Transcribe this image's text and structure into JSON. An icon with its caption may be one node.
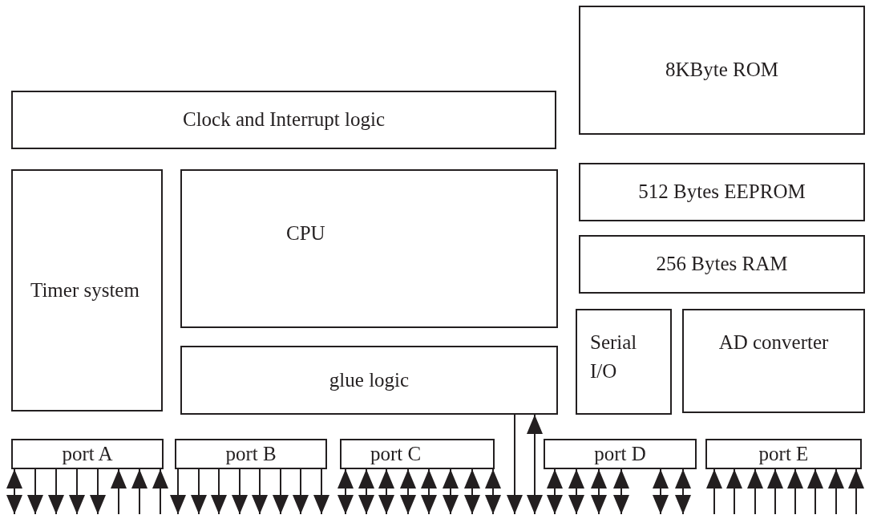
{
  "diagram": {
    "nodes": [
      {
        "text": [
          "8KByte ROM"
        ]
      },
      {
        "text": [
          "Clock and Interrupt logic"
        ]
      },
      {
        "text": [
          "Timer system"
        ]
      },
      {
        "text": [
          "CPU"
        ]
      },
      {
        "text": [
          "512 Bytes EEPROM"
        ]
      },
      {
        "text": [
          "256 Bytes RAM"
        ]
      },
      {
        "text": [
          "glue logic"
        ]
      },
      {
        "text": [
          "Serial I/O"
        ]
      },
      {
        "text": [
          "AD converter"
        ]
      },
      {
        "text": [
          "port A"
        ]
      },
      {
        "text": [
          "port B"
        ]
      },
      {
        "text": [
          "port C"
        ]
      },
      {
        "text": [
          "port D"
        ]
      },
      {
        "text": [
          "port E"
        ]
      }
    ],
    "edges": [
      {
        "from": 9,
        "to": null,
        "arrow": "both"
      },
      {
        "from": 9,
        "to": null,
        "arrow": "to"
      },
      {
        "from": 9,
        "to": null,
        "arrow": "to"
      },
      {
        "from": 9,
        "to": null,
        "arrow": "to"
      },
      {
        "from": 9,
        "to": null,
        "arrow": "to"
      },
      {
        "from": null,
        "to": 9,
        "arrow": "to"
      },
      {
        "from": null,
        "to": 9,
        "arrow": "to"
      },
      {
        "from": null,
        "to": 9,
        "arrow": "to"
      },
      {
        "from": 10,
        "to": null,
        "arrow": "to"
      },
      {
        "from": 10,
        "to": null,
        "arrow": "to"
      },
      {
        "from": 10,
        "to": null,
        "arrow": "to"
      },
      {
        "from": 10,
        "to": null,
        "arrow": "to"
      },
      {
        "from": 10,
        "to": null,
        "arrow": "to"
      },
      {
        "from": 10,
        "to": null,
        "arrow": "to"
      },
      {
        "from": 10,
        "to": null,
        "arrow": "to"
      },
      {
        "from": 10,
        "to": null,
        "arrow": "to"
      },
      {
        "from": 11,
        "to": null,
        "arrow": "both"
      },
      {
        "from": 11,
        "to": null,
        "arrow": "both"
      },
      {
        "from": 11,
        "to": null,
        "arrow": "both"
      },
      {
        "from": 11,
        "to": null,
        "arrow": "both"
      },
      {
        "from": 11,
        "to": null,
        "arrow": "both"
      },
      {
        "from": 11,
        "to": null,
        "arrow": "both"
      },
      {
        "from": 11,
        "to": null,
        "arrow": "both"
      },
      {
        "from": 11,
        "to": null,
        "arrow": "both"
      },
      {
        "from": 6,
        "to": null,
        "arrow": "to"
      },
      {
        "from": 6,
        "to": null,
        "arrow": "both"
      },
      {
        "from": 12,
        "to": null,
        "arrow": "both"
      },
      {
        "from": 12,
        "to": null,
        "arrow": "both"
      },
      {
        "from": 12,
        "to": null,
        "arrow": "both"
      },
      {
        "from": 12,
        "to": null,
        "arrow": "both"
      },
      {
        "from": 12,
        "to": null,
        "arrow": "both"
      },
      {
        "from": 12,
        "to": null,
        "arrow": "both"
      },
      {
        "from": null,
        "to": 13,
        "arrow": "to"
      },
      {
        "from": null,
        "to": 13,
        "arrow": "to"
      },
      {
        "from": null,
        "to": 13,
        "arrow": "to"
      },
      {
        "from": null,
        "to": 13,
        "arrow": "to"
      },
      {
        "from": null,
        "to": 13,
        "arrow": "to"
      },
      {
        "from": null,
        "to": 13,
        "arrow": "to"
      },
      {
        "from": null,
        "to": 13,
        "arrow": "to"
      },
      {
        "from": null,
        "to": 13,
        "arrow": "to"
      }
    ]
  }
}
